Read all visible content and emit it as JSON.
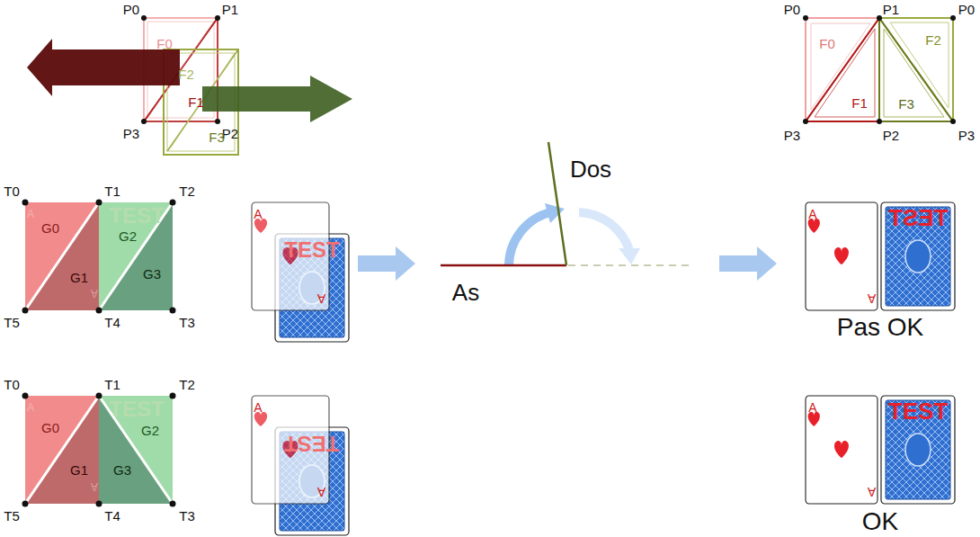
{
  "diagram": {
    "labels": [
      "P0",
      "P1",
      "P3",
      "P2",
      "F0",
      "F2",
      "F1",
      "F3",
      "P0",
      "P1",
      "P0",
      "P3",
      "P2",
      "P3",
      "F0",
      "F2",
      "F1",
      "F3",
      "T0",
      "T1",
      "T2",
      "T5",
      "T4",
      "T3",
      "G0",
      "G2",
      "G1",
      "G3",
      "T0",
      "T1",
      "T2",
      "T5",
      "T4",
      "T3",
      "G0",
      "G2",
      "G1",
      "G3",
      "TEST",
      "TEST",
      "A",
      "A",
      "A",
      "A",
      "A",
      "A",
      "TEST",
      "A",
      "A",
      "TEST",
      "Dos",
      "As",
      "A",
      "A",
      "TEST",
      "Pas OK",
      "A",
      "A",
      "TEST",
      "OK"
    ]
  }
}
